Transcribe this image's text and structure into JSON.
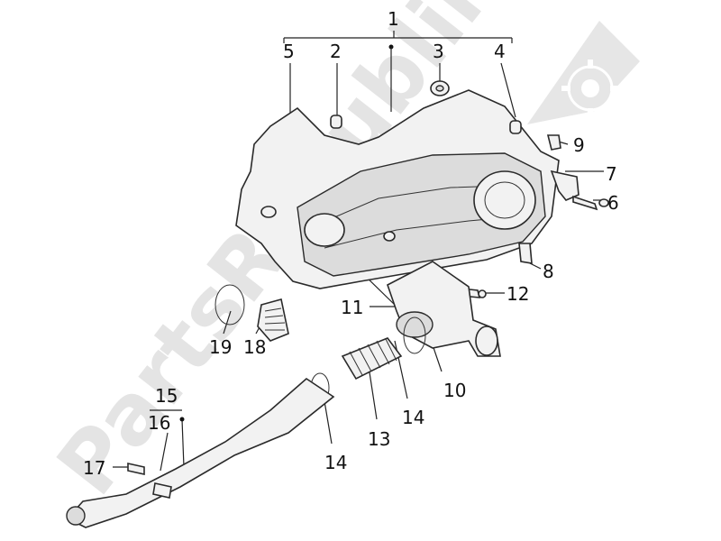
{
  "diagram": {
    "watermark_text": "PartsRepublik",
    "callouts": [
      "1",
      "2",
      "3",
      "4",
      "5",
      "6",
      "7",
      "8",
      "9",
      "10",
      "11",
      "12",
      "13",
      "14",
      "14",
      "15",
      "16",
      "17",
      "18",
      "19"
    ]
  }
}
